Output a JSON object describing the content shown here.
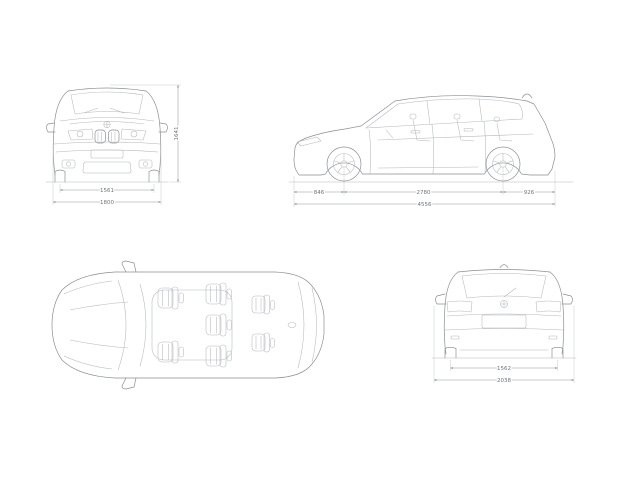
{
  "drawing": {
    "front": {
      "track": "1561",
      "width": "1800",
      "height": "1641"
    },
    "side": {
      "front_overhang": "846",
      "wheelbase": "2780",
      "rear_overhang": "926",
      "length": "4556"
    },
    "rear": {
      "track": "1562",
      "mirror_width": "2038"
    }
  },
  "colors": {
    "background": "#ffffff",
    "outline": "#8b8f94",
    "detail": "#b4b7bb",
    "dimension_line": "#95989c",
    "dimension_text": "#6f7378"
  }
}
